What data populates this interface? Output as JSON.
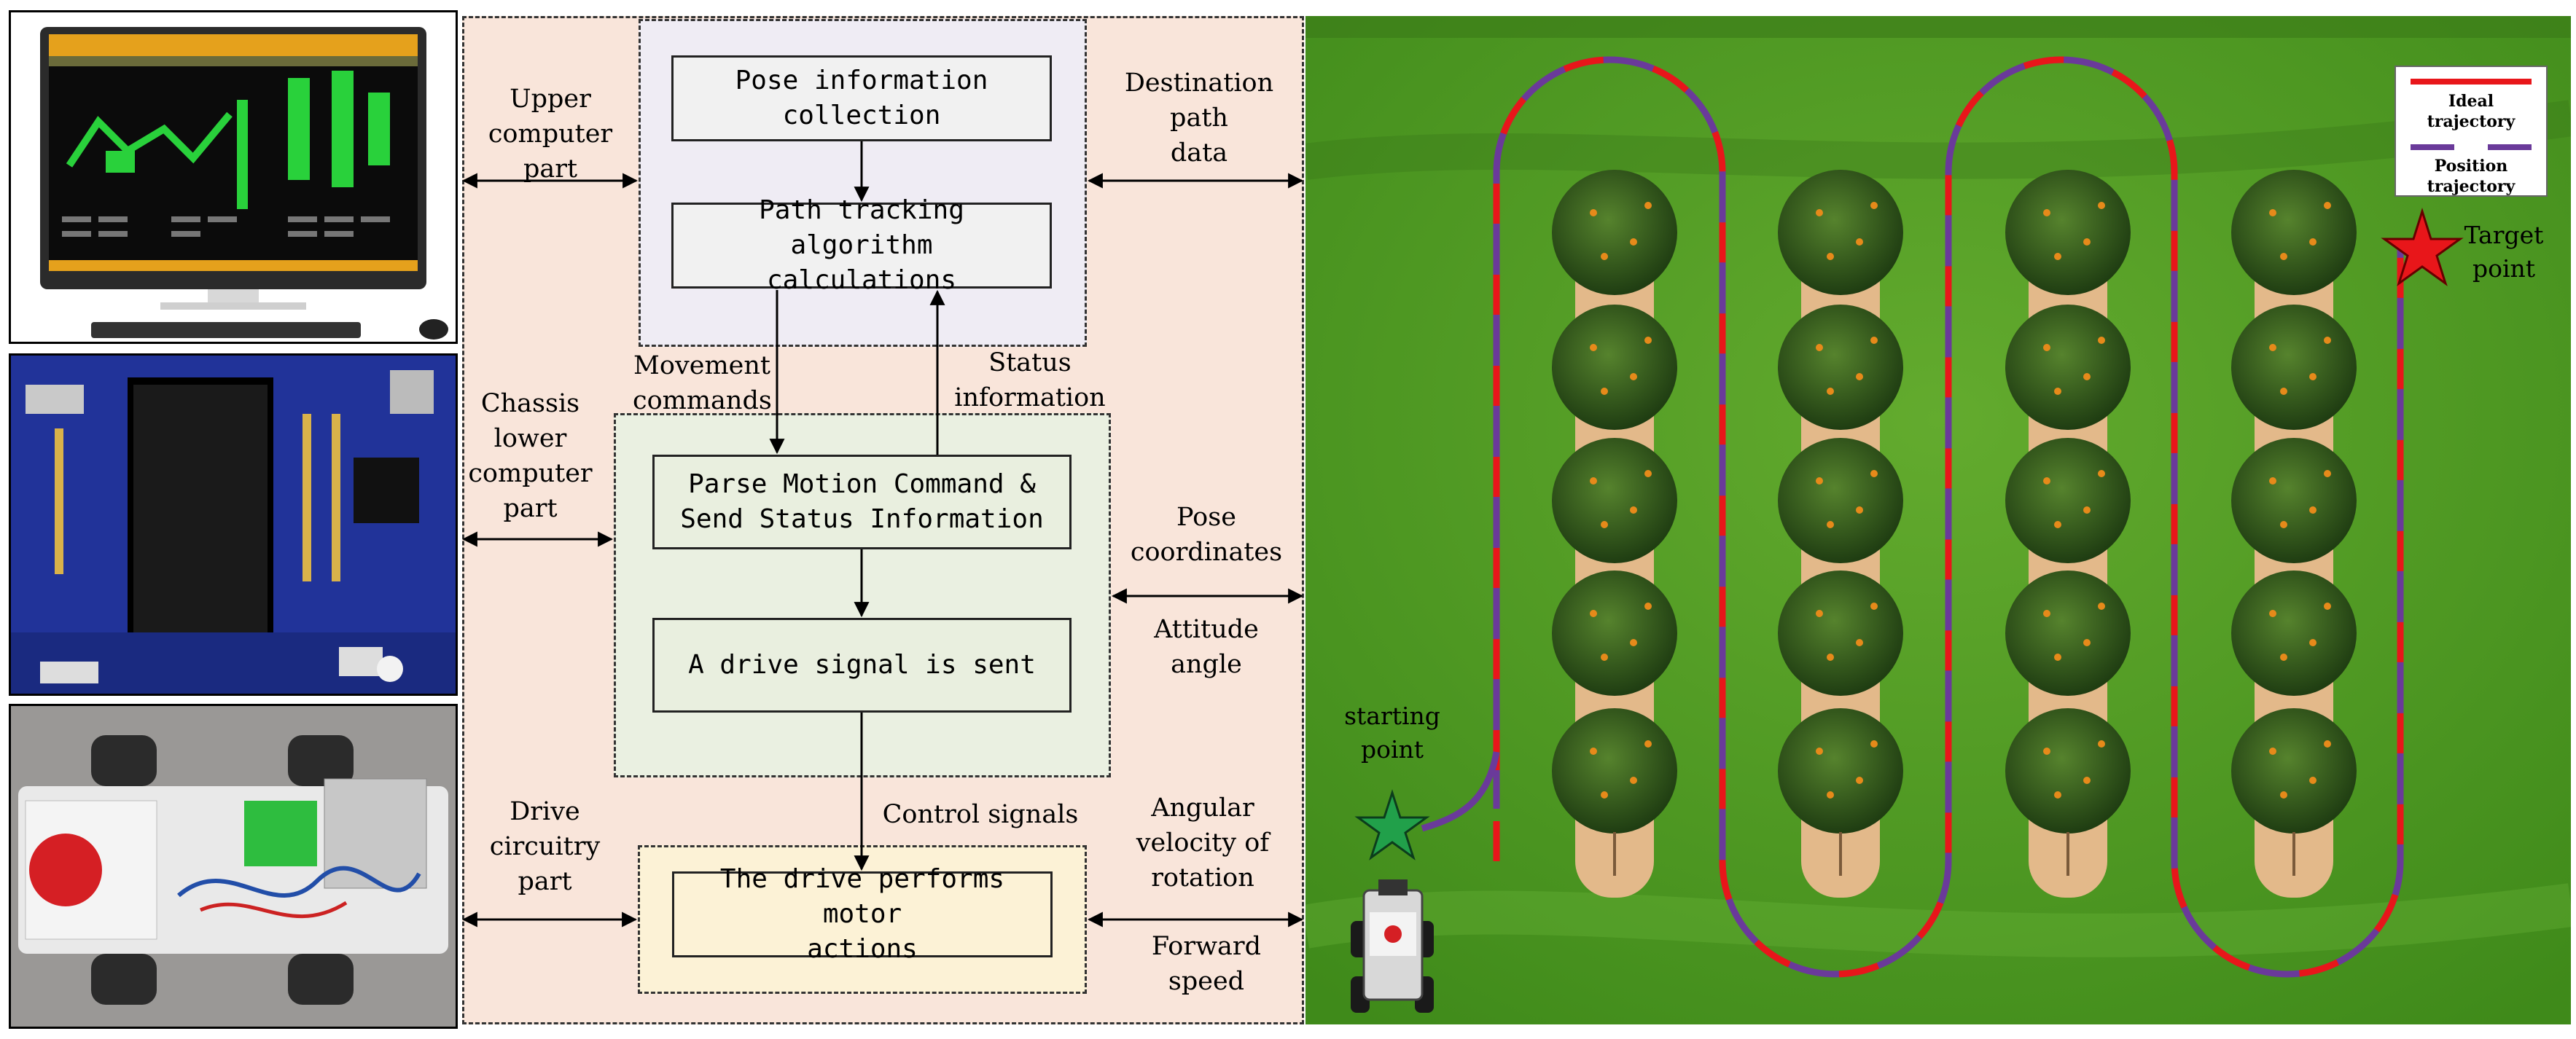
{
  "colors": {
    "upper_region": "#f9e5da",
    "upper_box": "#efecf4",
    "chassis_box": "#eaf0e1",
    "drive_box": "#fcf2d6",
    "field_green": "#4f9a22",
    "ideal_trajectory": "#e8161a",
    "position_trajectory": "#6a3a9a",
    "start_marker": "#21a04a",
    "target_marker": "#e8161a"
  },
  "boxes": {
    "pose_collection": "Pose information\ncollection",
    "path_tracking": "Path tracking algorithm\ncalculations",
    "parse_motion": "Parse Motion Command &\nSend Status Information",
    "drive_signal": "A drive signal is sent",
    "drive_performs": "The drive performs motor\nactions"
  },
  "labels": {
    "upper_computer": "Upper\ncomputer\npart",
    "chassis_lower": "Chassis\nlower\ncomputer\npart",
    "drive_circuitry": "Drive\ncircuitry\npart",
    "movement_commands": "Movement\ncommands",
    "status_information": "Status\ninformation",
    "control_signals": "Control signals",
    "destination_path": "Destination\npath\ndata",
    "pose_coordinates": "Pose\ncoordinates",
    "attitude_angle": "Attitude\nangle",
    "angular_velocity": "Angular\nvelocity of\nrotation",
    "forward_speed": "Forward\nspeed"
  },
  "field": {
    "starting_point": "starting\npoint",
    "target_point": "Target\npoint",
    "legend": {
      "ideal": "Ideal\ntrajectory",
      "position": "Position\ntrajectory"
    }
  }
}
